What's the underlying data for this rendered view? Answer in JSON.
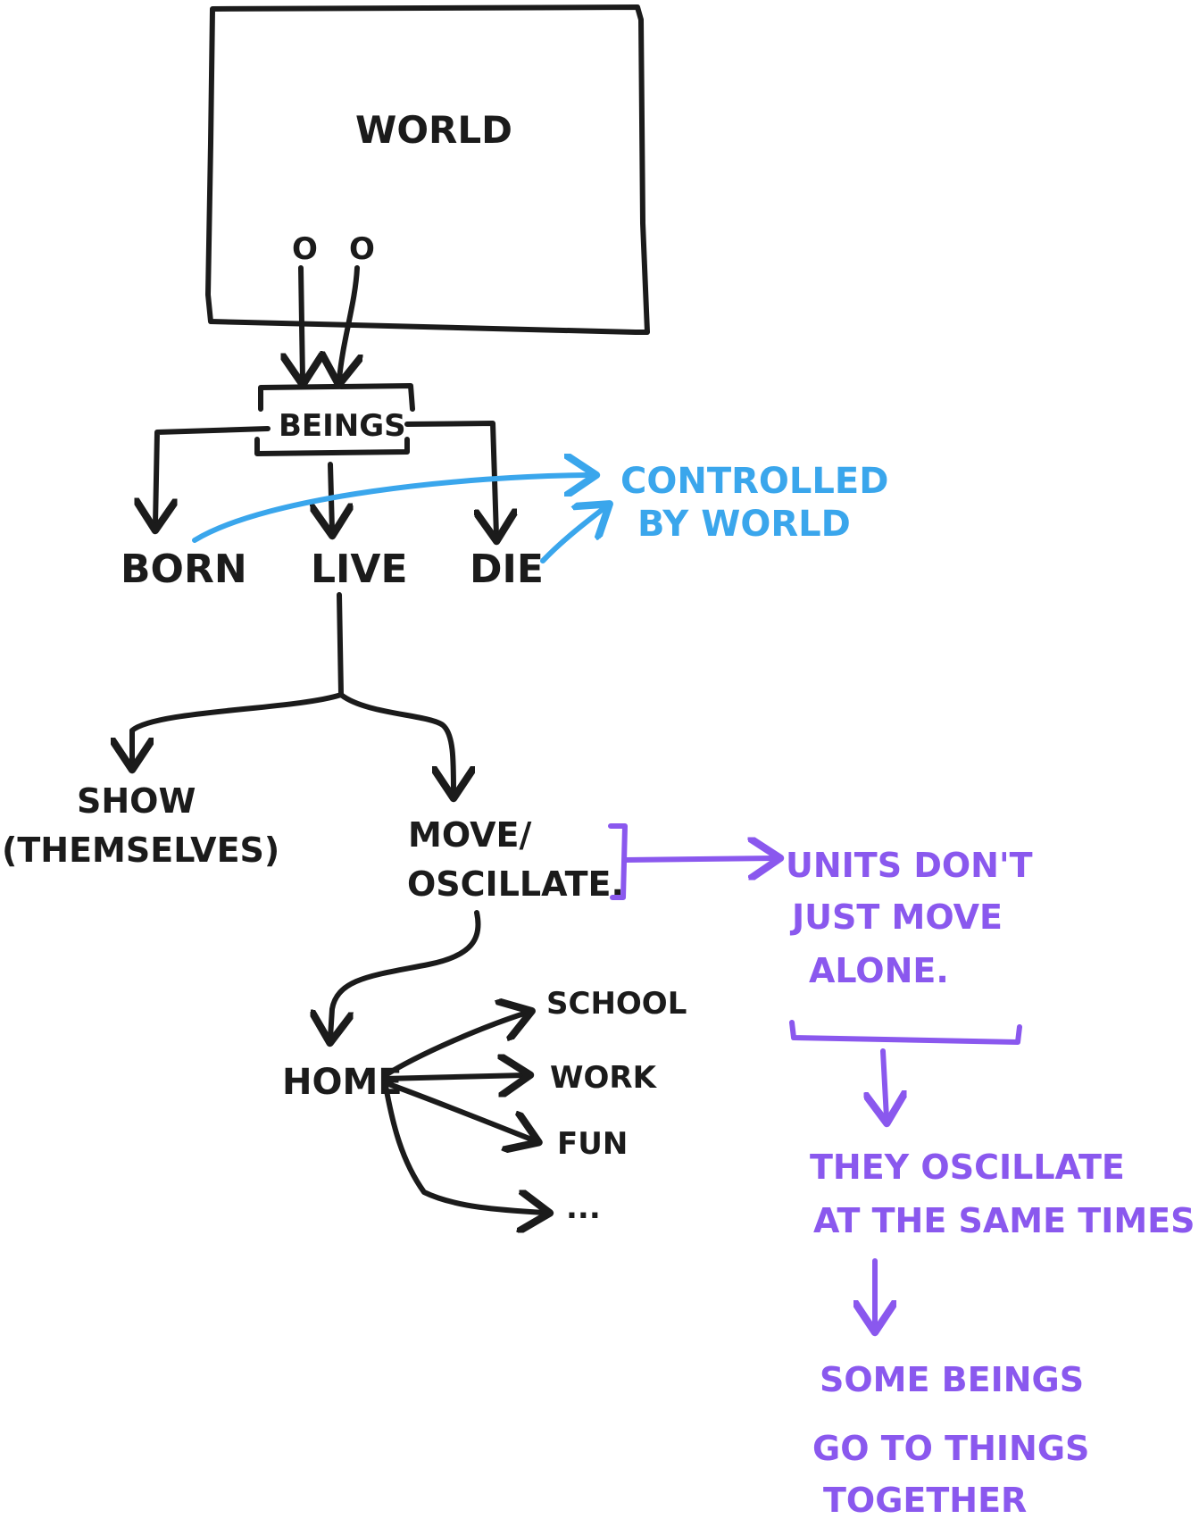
{
  "colors": {
    "ink": "#1b1b1b",
    "blue_note": "#3aa6ec",
    "purple_note": "#8a58ee",
    "background": "#ffffff"
  },
  "nodes": {
    "world": "WORLD",
    "world_dot_1": "o",
    "world_dot_2": "o",
    "beings": "BEINGS",
    "born": "BORN",
    "live": "LIVE",
    "die": "DIE",
    "show_line1": "SHOW",
    "show_line2": "(THEMSELVES)",
    "move_line1": "MOVE/",
    "move_line2": "OSCILLATE.",
    "home": "HOME",
    "school": "SCHOOL",
    "work": "WORK",
    "fun": "FUN",
    "more": "..."
  },
  "notes": {
    "controlled_line1": "CONTROLLED",
    "controlled_line2": "BY WORLD",
    "units_line1": "UNITS DON'T",
    "units_line2": "JUST MOVE",
    "units_line3": "ALONE.",
    "oscillate_line1": "THEY OSCILLATE",
    "oscillate_line2": "AT THE SAME TIMES",
    "together_line1": "SOME BEINGS",
    "together_line2": "GO TO THINGS",
    "together_line3": "TOGETHER"
  }
}
